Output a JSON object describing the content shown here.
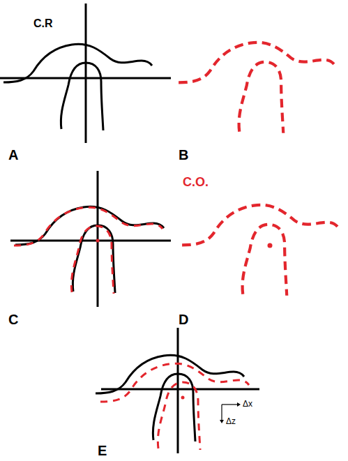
{
  "diagram": {
    "labels": [
      "C.R",
      "A",
      "B",
      "C",
      "C.O.",
      "D",
      "E",
      "Δx",
      "Δz"
    ]
  }
}
